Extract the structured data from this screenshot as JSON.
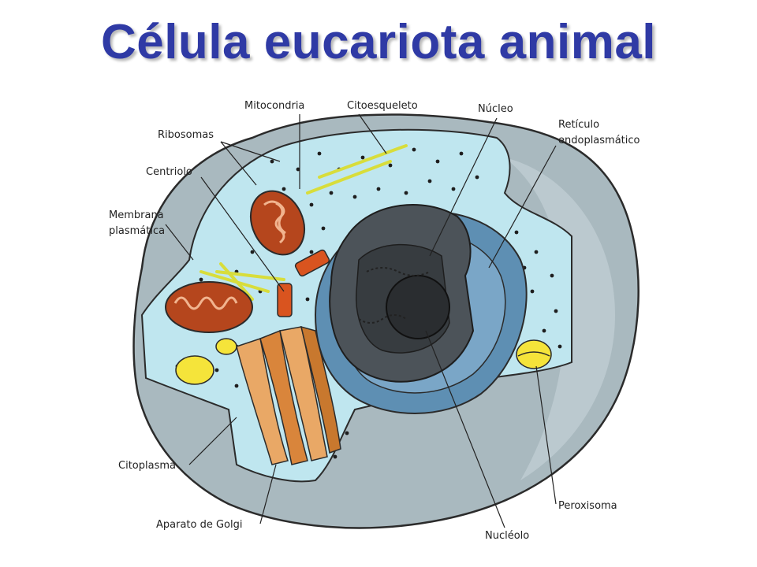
{
  "title": "Célula eucariota animal",
  "labels": {
    "mitocondria": "Mitocondria",
    "citoesqueleto": "Citoesqueleto",
    "nucleo": "Núcleo",
    "reticulo_1": "Retículo",
    "reticulo_2": "endoplasmático",
    "ribosomas": "Ribosomas",
    "centriolo": "Centriolo",
    "membrana_1": "Membrana",
    "membrana_2": "plasmática",
    "citoplasma": "Citoplasma",
    "golgi": "Aparato de Golgi",
    "nucleolo": "Nucléolo",
    "peroxisoma": "Peroxisoma"
  },
  "colors": {
    "title": "#2f3aa5",
    "outer_cell": "#a9b9bf",
    "cytoplasm": "#bfe6ef",
    "mitochondria": "#b5461d",
    "golgi": "#e9a866",
    "nucleus": "#4c5359",
    "er": "#5e8fb3",
    "peroxisome": "#f5e43a"
  }
}
